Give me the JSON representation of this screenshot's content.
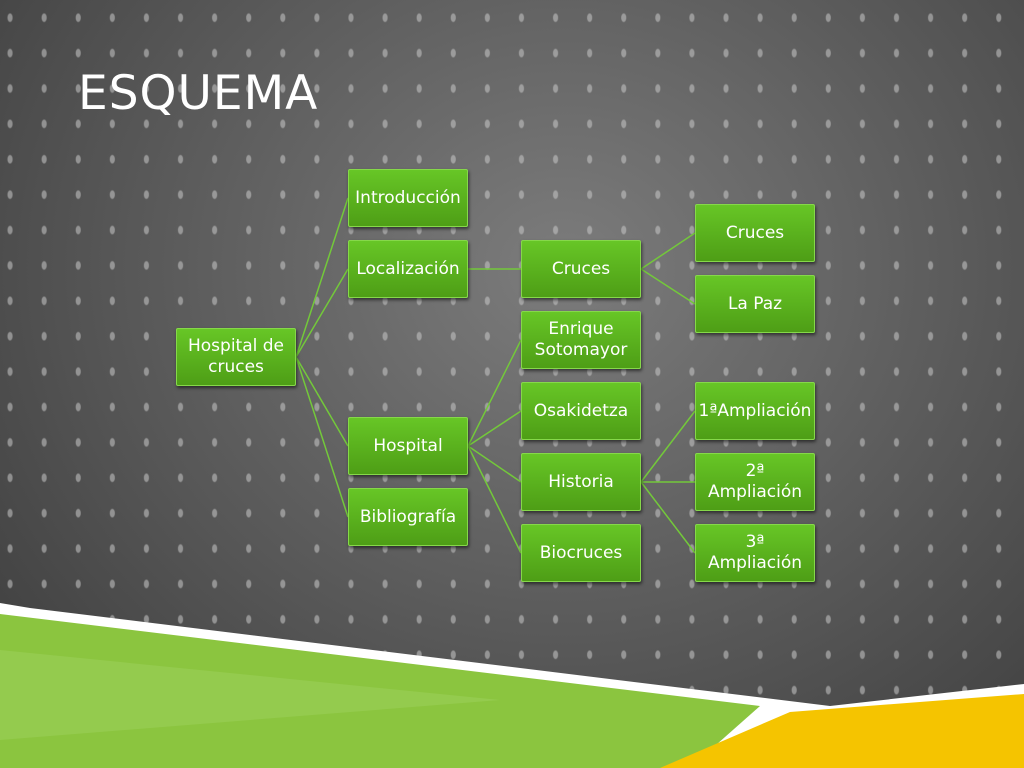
{
  "slide": {
    "title": "Esquema"
  },
  "diagram": {
    "root": "Hospital de cruces",
    "level1": {
      "introduccion": "Introducción",
      "localizacion": "Localización",
      "hospital": "Hospital",
      "bibliografia": "Bibliografía"
    },
    "level2": {
      "cruces": "Cruces",
      "enrique_sotomayor": "Enrique Sotomayor",
      "osakidetza": "Osakidetza",
      "historia": "Historia",
      "biocruces": "Biocruces"
    },
    "level3": {
      "cruces": "Cruces",
      "la_paz": "La Paz",
      "ampliacion_1": "1ªAmpliación",
      "ampliacion_2": "2ª Ampliación",
      "ampliacion_3": "3ª Ampliación"
    }
  },
  "colors": {
    "node_fill": "#5db51f",
    "node_border": "#86d84a",
    "connector": "#73c93a",
    "bottom_green": "#8bc53f",
    "bottom_yellow": "#f5c400"
  }
}
